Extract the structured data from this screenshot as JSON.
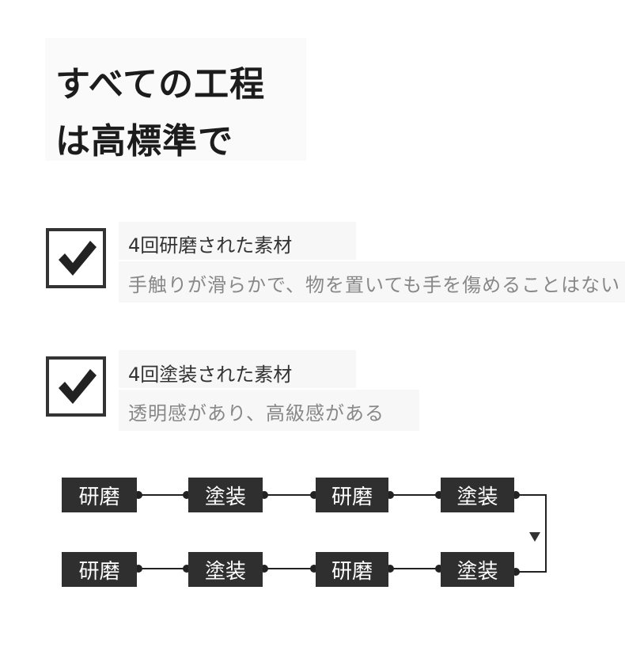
{
  "title": {
    "line1": "すべての工程",
    "line2": "は高標準で"
  },
  "features": [
    {
      "title": "4回研磨された素材",
      "desc": "手触りが滑らかで、物を置いても手を傷めることはない"
    },
    {
      "title": "4回塗装された素材",
      "desc": "透明感があり、高級感がある"
    }
  ],
  "process": {
    "row1": [
      "研磨",
      "塗装",
      "研磨",
      "塗装"
    ],
    "row2": [
      "研磨",
      "塗装",
      "研磨",
      "塗装"
    ]
  },
  "colors": {
    "step_bg": "#2f2f2f",
    "check_border": "#333333"
  },
  "icons": [
    "checkmark-icon",
    "arrow-down-icon"
  ]
}
